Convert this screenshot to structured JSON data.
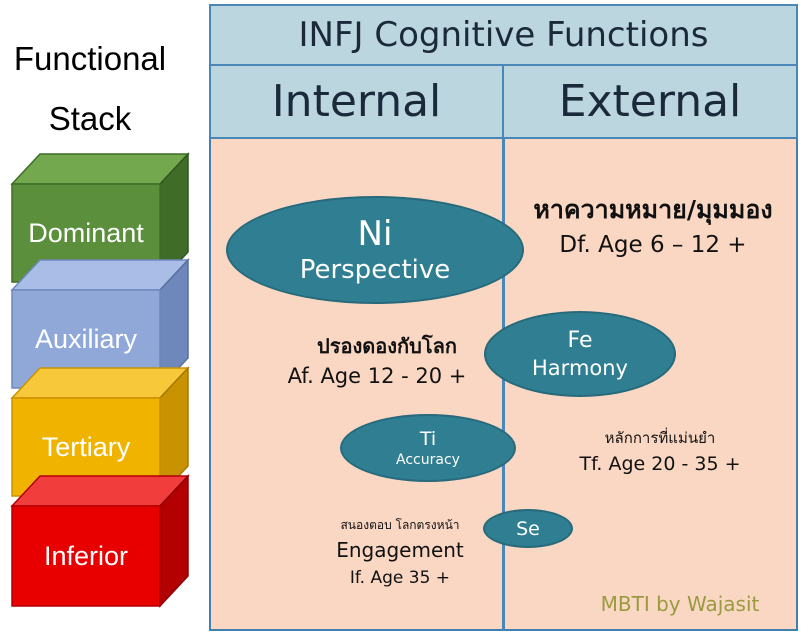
{
  "stack": {
    "title_line1": "Functional",
    "title_line2": "Stack",
    "levels": [
      {
        "label": "Dominant",
        "front": "#5b8f3c",
        "top": "#73a84f",
        "side": "#3f6d27"
      },
      {
        "label": "Auxiliary",
        "front": "#8fa8d8",
        "top": "#a9bde6",
        "side": "#6f88bb"
      },
      {
        "label": "Tertiary",
        "front": "#f0b400",
        "top": "#f7c93a",
        "side": "#c99200"
      },
      {
        "label": "Inferior",
        "front": "#e80000",
        "top": "#f23d3d",
        "side": "#b30000"
      }
    ]
  },
  "panel": {
    "title": "INFJ  Cognitive Functions",
    "col_internal": "Internal",
    "col_external": "External"
  },
  "functions": {
    "ni": {
      "code": "Ni",
      "name": "Perspective"
    },
    "fe": {
      "code": "Fe",
      "name": "Harmony"
    },
    "ti": {
      "code": "Ti",
      "name": "Accuracy"
    },
    "se": {
      "code": "Se"
    }
  },
  "notes": {
    "ni_thai": "หาความหมาย/มุมมอง",
    "ni_age": "Df. Age 6 – 12 +",
    "fe_thai": "ปรองดองกับโลก",
    "fe_age": "Af. Age  12 - 20 +",
    "ti_thai": "หลักการที่แม่นยำ",
    "ti_age": "Tf. Age  20 - 35 +",
    "se_thai": "สนองตอบ โลกตรงหน้า",
    "se_name": "Engagement",
    "se_age": "If. Age   35 +"
  },
  "credit": "MBTI by Wajasit"
}
